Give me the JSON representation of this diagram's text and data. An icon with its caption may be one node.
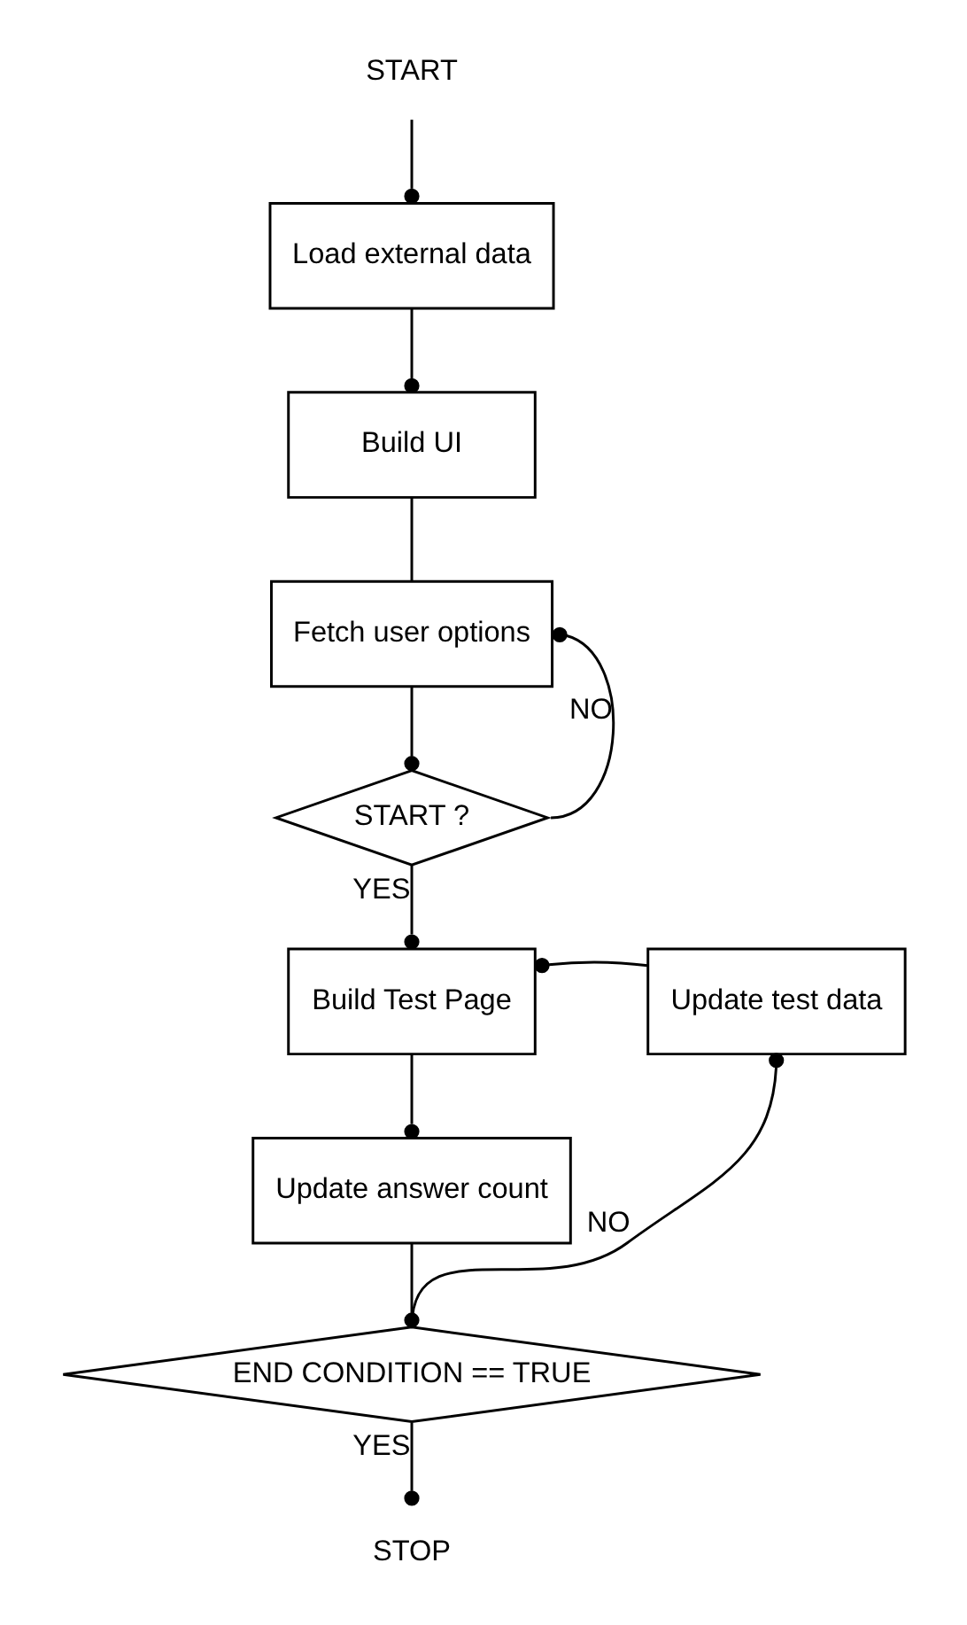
{
  "diagram": {
    "nodes": [
      {
        "text": [
          "START"
        ]
      },
      {
        "text": [
          "Load external data"
        ]
      },
      {
        "text": [
          "Build UI"
        ]
      },
      {
        "text": [
          "Fetch user options"
        ]
      },
      {
        "text": [
          "START ?"
        ]
      },
      {
        "text": [
          "Build Test Page"
        ]
      },
      {
        "text": [
          "Update test data"
        ]
      },
      {
        "text": [
          "Update answer count"
        ]
      },
      {
        "text": [
          "END CONDITION == TRUE"
        ]
      },
      {
        "text": [
          "STOP"
        ]
      }
    ],
    "edges": [
      {
        "from": 0,
        "to": 1,
        "arrow": "other"
      },
      {
        "from": 1,
        "to": 2,
        "arrow": "other"
      },
      {
        "from": 2,
        "to": 3,
        "arrow": "none"
      },
      {
        "from": 3,
        "to": 4,
        "arrow": "other"
      },
      {
        "from": 4,
        "to": 3,
        "arrow": "other",
        "label": "NO"
      },
      {
        "from": 4,
        "to": 5,
        "arrow": "other",
        "label": "YES"
      },
      {
        "from": 5,
        "to": 7,
        "arrow": "other"
      },
      {
        "from": 7,
        "to": 8,
        "arrow": "other"
      },
      {
        "from": 8,
        "to": 6,
        "arrow": "other",
        "label": "NO"
      },
      {
        "from": 6,
        "to": 5,
        "arrow": "other"
      },
      {
        "from": 8,
        "to": 9,
        "arrow": "other",
        "label": "YES"
      }
    ]
  }
}
